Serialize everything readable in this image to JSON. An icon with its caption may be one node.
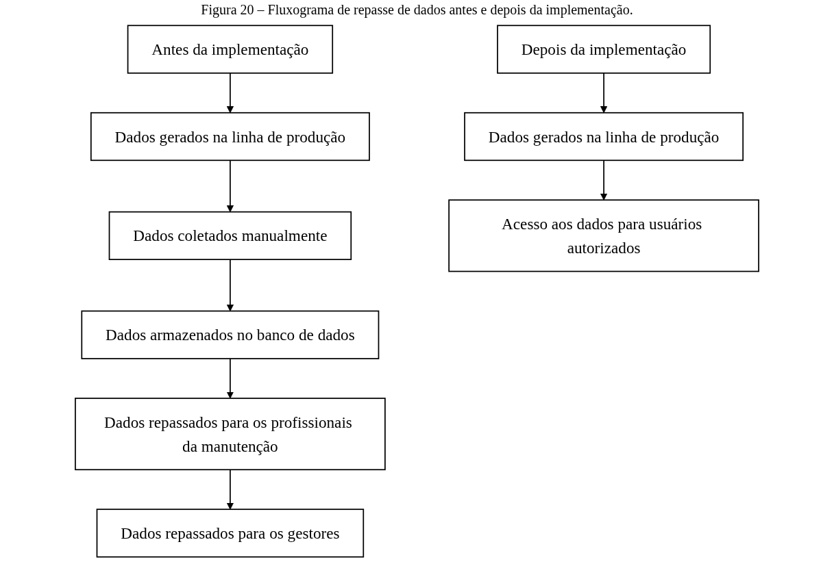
{
  "diagram": {
    "title": "Figura 20 – Fluxograma de repasse de dados antes e depois da implementação.",
    "nodes": [
      {
        "text": [
          "Antes da implementação"
        ]
      },
      {
        "text": [
          "Dados gerados na linha de produção"
        ]
      },
      {
        "text": [
          "Dados coletados manualmente"
        ]
      },
      {
        "text": [
          "Dados armazenados no banco de dados"
        ]
      },
      {
        "text": [
          "Dados repassados para os profissionais da manutenção"
        ]
      },
      {
        "text": [
          "Dados repassados para os gestores"
        ]
      },
      {
        "text": [
          "Depois da implementação"
        ]
      },
      {
        "text": [
          "Dados gerados na linha de produção"
        ]
      },
      {
        "text": [
          "Acesso aos dados para usuários autorizados"
        ]
      }
    ],
    "edges": [
      {
        "from": 0,
        "to": 1,
        "arrow": "to"
      },
      {
        "from": 1,
        "to": 2,
        "arrow": "to"
      },
      {
        "from": 2,
        "to": 3,
        "arrow": "to"
      },
      {
        "from": 3,
        "to": 4,
        "arrow": "to"
      },
      {
        "from": 4,
        "to": 5,
        "arrow": "to"
      },
      {
        "from": 6,
        "to": 7,
        "arrow": "to"
      },
      {
        "from": 7,
        "to": 8,
        "arrow": "to"
      }
    ]
  }
}
